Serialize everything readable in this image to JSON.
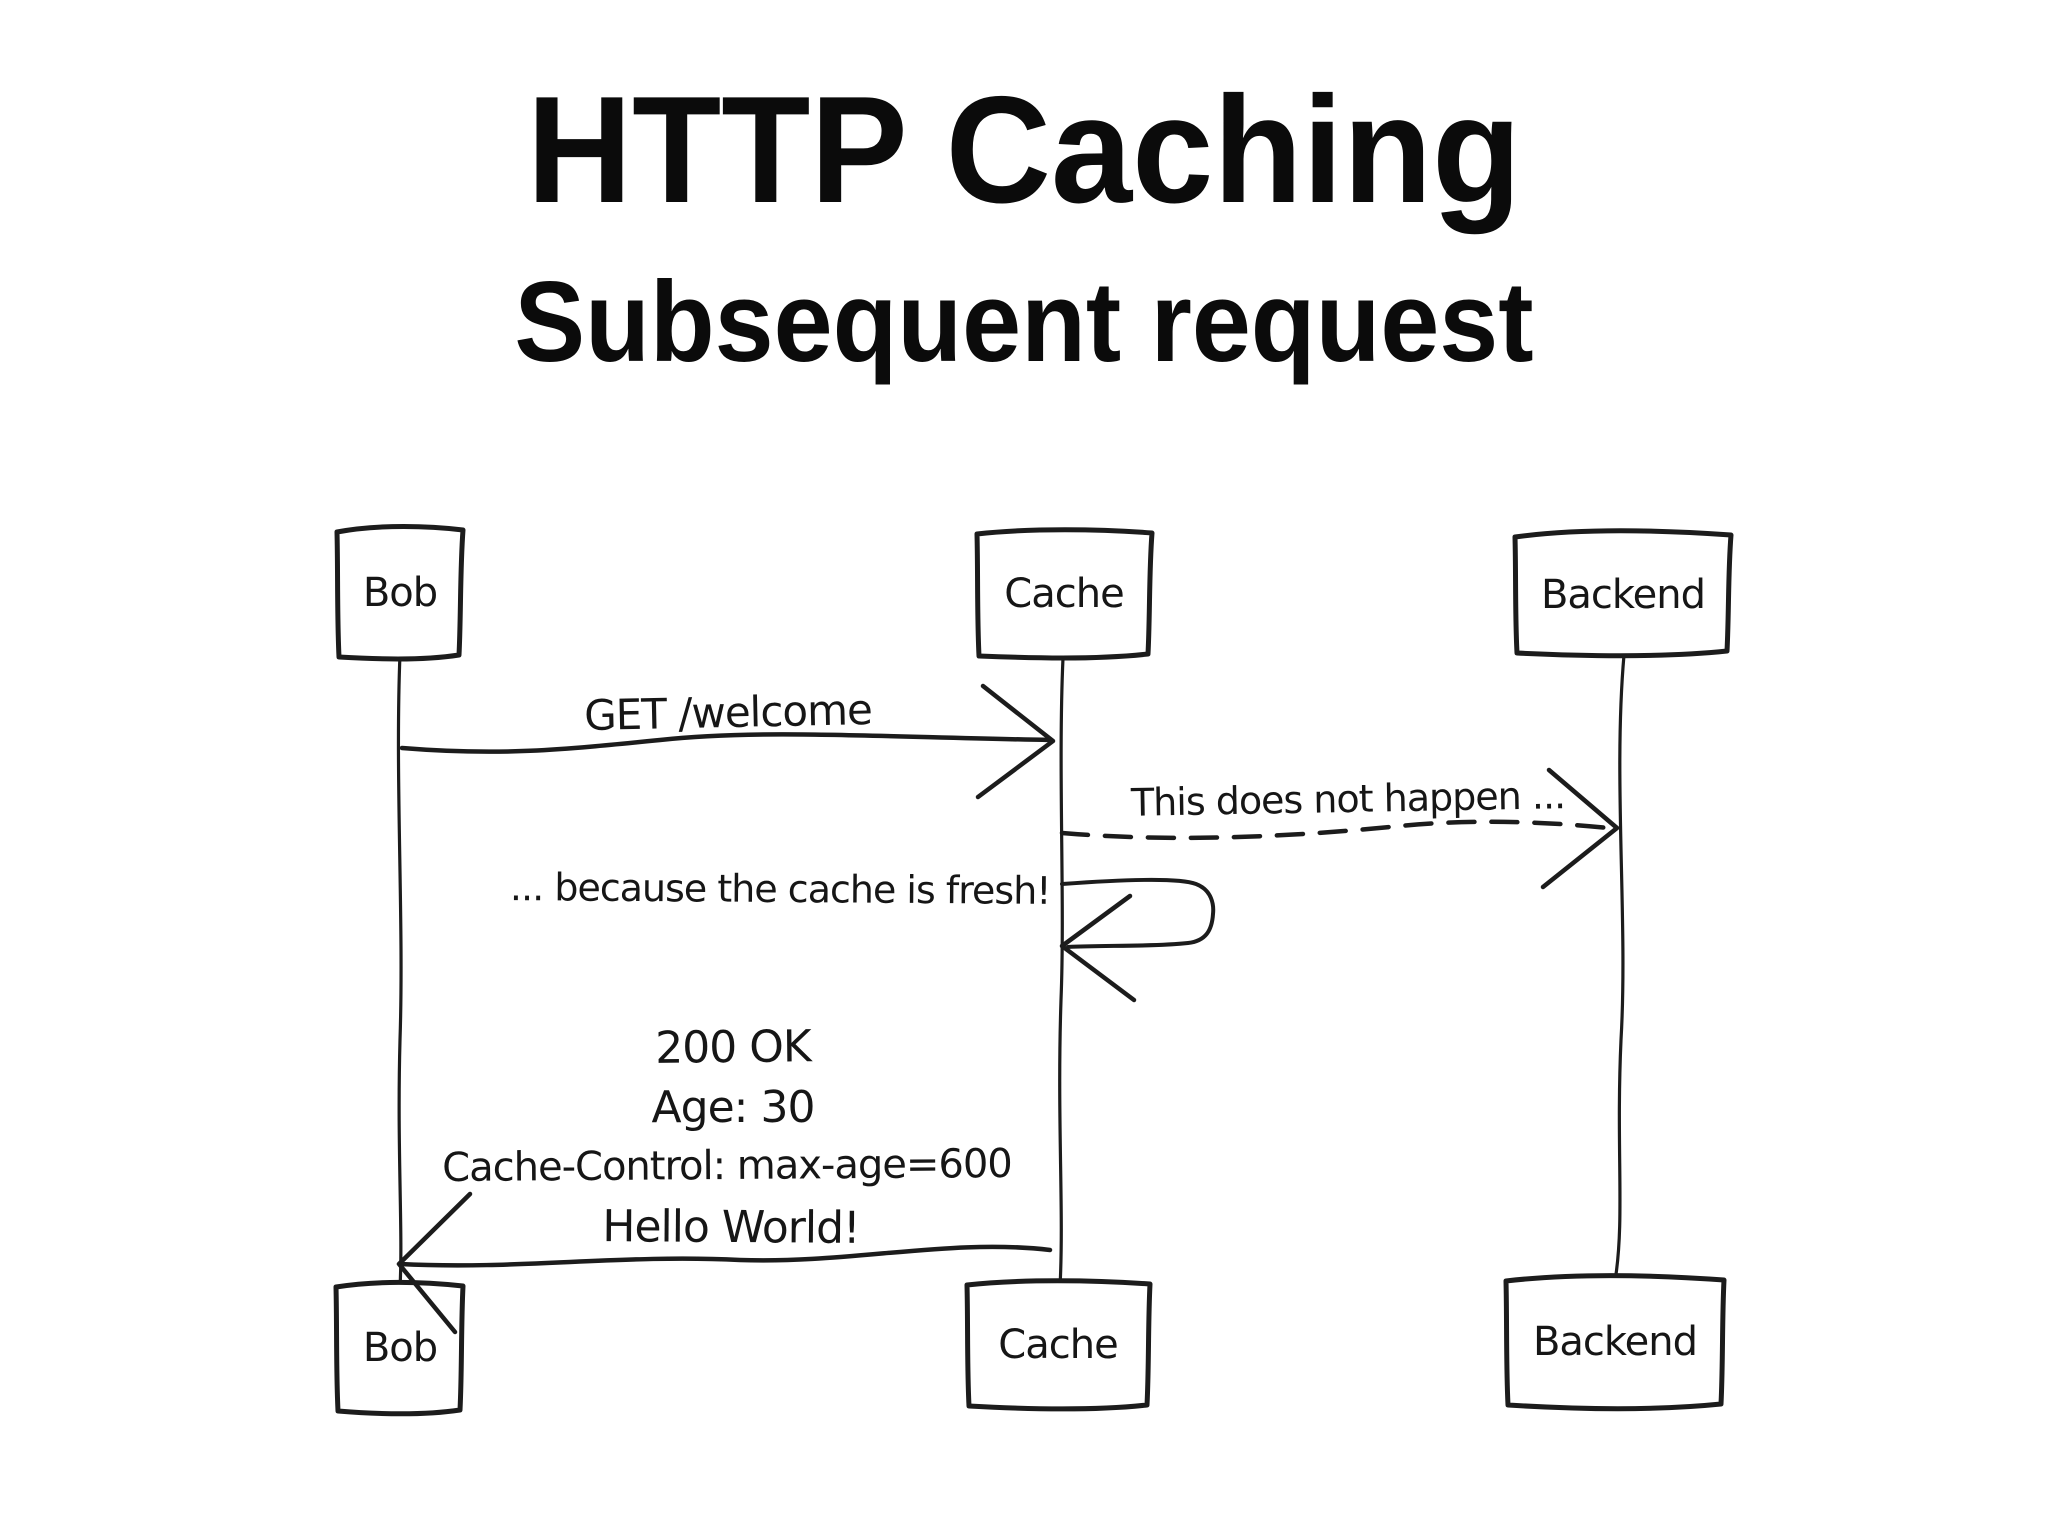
{
  "slide": {
    "title": "HTTP Caching",
    "subtitle": "Subsequent request",
    "background_color": "#ffffff",
    "ink_color": "#1a1a1a"
  },
  "diagram": {
    "actors": {
      "top": [
        "Bob",
        "Cache",
        "Backend"
      ],
      "bottom": [
        "Bob",
        "Cache",
        "Backend"
      ]
    },
    "messages": {
      "get_request": {
        "label": "GET /welcome",
        "from": "Bob",
        "to": "Cache",
        "line_style": "solid"
      },
      "skipped_backend_call": {
        "label": "This does not happen ...",
        "from": "Cache",
        "to": "Backend",
        "line_style": "dashed"
      },
      "cache_self_check": {
        "label": "... because the cache is fresh!",
        "from": "Cache",
        "to": "Cache",
        "line_style": "solid"
      },
      "response": {
        "lines": [
          "200 OK",
          "Age: 30",
          "Cache-Control: max-age=600",
          "Hello World!"
        ],
        "from": "Cache",
        "to": "Bob",
        "line_style": "solid"
      }
    }
  }
}
